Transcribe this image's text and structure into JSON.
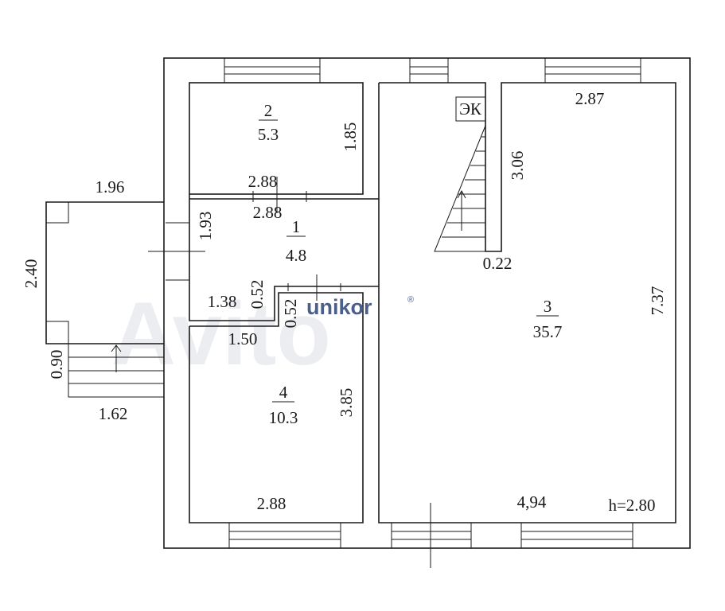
{
  "watermark": "Avito",
  "logo": {
    "text": "unikor",
    "mark": "®",
    "color": "#4a5f8a"
  },
  "rooms": [
    {
      "number": "2",
      "area": "5.3"
    },
    {
      "number": "1",
      "area": "4.8"
    },
    {
      "number": "3",
      "area": "35.7"
    },
    {
      "number": "4",
      "area": "10.3"
    }
  ],
  "electric_meter_label": "ЭК",
  "ceiling_height": "h=2.80",
  "dimensions": {
    "porch_width": "1.96",
    "porch_depth": "2.40",
    "steps_depth": "0.90",
    "steps_width": "1.62",
    "room2_top": "2.88",
    "room2_height": "1.85",
    "room1_top": "2.88",
    "room1_height": "1.93",
    "niche_depth": "0.52",
    "niche_depth_2": "0.52",
    "corridor_width": "1.38",
    "corridor_lower": "1.50",
    "room4_height": "3.85",
    "room4_bottom": "2.88",
    "room3_top": "2.87",
    "stair_side": "3.06",
    "stair_offset": "0.22",
    "room3_height": "7.37",
    "room3_bottom": "4,94"
  }
}
